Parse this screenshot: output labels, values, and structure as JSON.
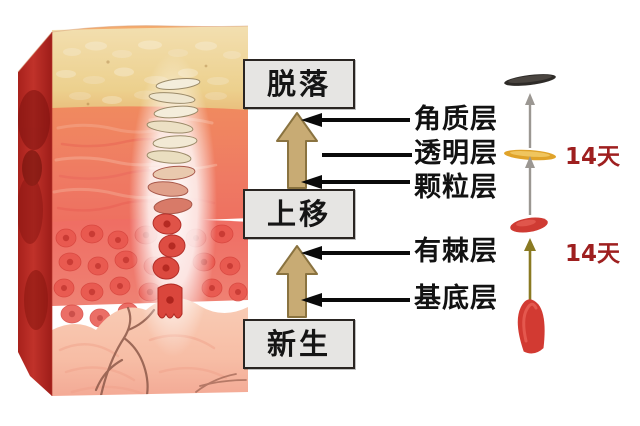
{
  "diagram": {
    "title": "Skin epidermis cell turnover diagram",
    "process_boxes": [
      {
        "id": "shed",
        "label": "脱落"
      },
      {
        "id": "move",
        "label": "上移"
      },
      {
        "id": "renew",
        "label": "新生"
      }
    ],
    "layer_labels": [
      {
        "id": "stratum-corneum",
        "label": "角质层"
      },
      {
        "id": "stratum-lucidum",
        "label": "透明层"
      },
      {
        "id": "stratum-granulosum",
        "label": "颗粒层"
      },
      {
        "id": "stratum-spinosum",
        "label": "有棘层"
      },
      {
        "id": "stratum-basale",
        "label": "基底层"
      }
    ],
    "durations": [
      {
        "id": "upper-turnover",
        "label": "14天"
      },
      {
        "id": "lower-turnover",
        "label": "14天"
      }
    ],
    "colors": {
      "box_fill": "#e6e5e3",
      "box_border": "#2a2522",
      "label_text": "#121212",
      "duration_text": "#9e1f1f",
      "migration_arrow": "#c8ab74",
      "migration_arrow_outline": "#8a7340",
      "pointer_line": "#0a0a0a",
      "epidermis_top": "#f0d9a3",
      "epidermis_mid": "#ef7d5e",
      "spinous_layer": "#ef6a62",
      "dermis": "#f7c4ae",
      "block_side_dark": "#b32a22",
      "cell_cornified": "#2e2b28",
      "cell_granular": "#e0a32a",
      "cell_spinous": "#cf3b33",
      "cell_basal": "#d23a32",
      "thin_arrow_gray": "#9b9792",
      "thin_arrow_olive": "#8a7a22"
    }
  }
}
